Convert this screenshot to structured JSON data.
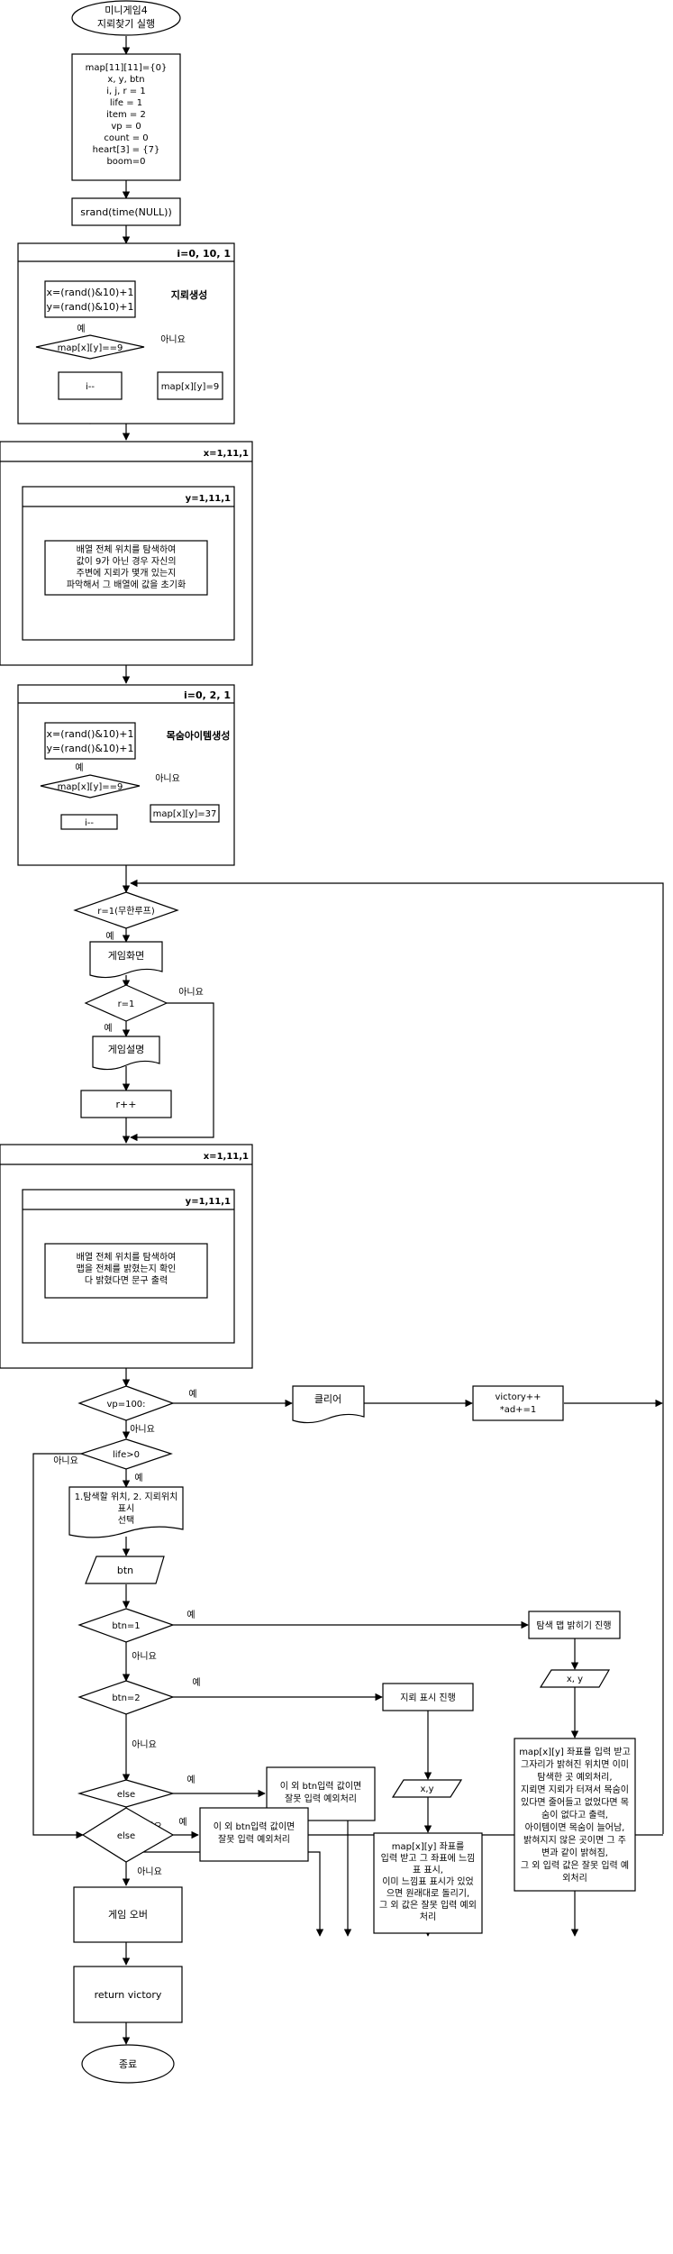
{
  "start": [
    "미니게임4",
    "지뢰찾기 실행"
  ],
  "init_vars": [
    "map[11][11]={0}",
    "x, y, btn",
    "i, j, r = 1",
    "life = 1",
    "item = 2",
    "vp = 0",
    "count = 0",
    "heart[3] = {7}",
    "boom=0"
  ],
  "srand": "srand(time(NULL))",
  "loop_mines": {
    "header": "i=0, 10, 1",
    "title": "지뢰생성",
    "assign": [
      "x=(rand()&10)+1",
      "y=(rand()&10)+1"
    ],
    "cond": "map[x][y]==9",
    "yes": "예",
    "no": "아니요",
    "yes_action": "i--",
    "no_action": "map[x][y]=9"
  },
  "loop_count_outer": {
    "header": "x=1,11,1"
  },
  "loop_count_inner": {
    "header": "y=1,11,1",
    "body": [
      "배열 전체 위치를 탐색하여",
      "값이 9가 아닌 경우 자신의",
      "주변에 지뢰가 몇개 있는지",
      "파악해서 그 배열에 값을 초기화"
    ]
  },
  "loop_items": {
    "header": "i=0, 2, 1",
    "title": "목숨아이템생성",
    "assign": [
      "x=(rand()&10)+1",
      "y=(rand()&10)+1"
    ],
    "cond": "map[x][y]==9",
    "yes": "예",
    "no": "아니요",
    "yes_action": "i--",
    "no_action": "map[x][y]=37"
  },
  "game_loop": {
    "cond": "r=1(무한루프)",
    "yes": "예",
    "screen": "게임화면",
    "r_cond": "r=1",
    "r_yes": "예",
    "r_no": "아니요",
    "explain": "게임설명",
    "r_inc": "r++"
  },
  "loop_check_outer": {
    "header": "x=1,11,1"
  },
  "loop_check_inner": {
    "header": "y=1,11,1",
    "body": [
      "배열 전체 위치를 탐색하여",
      "맵을 전체를 밝혔는지 확인",
      "다 밝혔다면 문구 출력"
    ]
  },
  "victory_check": {
    "cond": "vp=100:",
    "yes": "예",
    "no": "아니요",
    "clear": "클리어",
    "action": [
      "victory++",
      "*ad+=1"
    ]
  },
  "life_check": {
    "cond": "life>0",
    "yes": "예",
    "no": "아니요"
  },
  "menu": [
    "1.탐색할 위치, 2. 지뢰위치",
    "표시",
    "선택"
  ],
  "input_btn": "btn",
  "btn1": {
    "cond": "btn=1",
    "yes": "예",
    "no": "아니요",
    "proc": "탐색 맵 밝히기 진행",
    "input": "x, y",
    "desc": [
      "map[x][y] 좌표를 입력 받고",
      "그자리가 밝혀진 위치면 이미",
      "탐색한 곳 예외처리,",
      "지뢰면 지뢰가 터져서 목숨이",
      "있다면 줄어들고 없었다면 목",
      "숨이 없다고 출력,",
      "아이템이면 목숨이 늘어남,",
      "밝혀지지 않은 곳이면 그 주",
      "변과 같이 밝혀짐,",
      "그 외 입력 값은 잘못 입력 예",
      "외처리"
    ]
  },
  "btn2": {
    "cond": "btn=2",
    "yes": "예",
    "no": "아니요",
    "proc": "지뢰 표시 진행",
    "input": "x,y",
    "desc": [
      "map[x][y] 좌표를",
      "입력 받고 그 좌표에 느낌",
      "표 표시,",
      "이미 느낌표 표시가 있었",
      "으면 원래대로 돌리기,",
      "그 외 값은 잘못 입력 예외",
      "처리"
    ]
  },
  "else1": {
    "cond": "else",
    "yes": "예",
    "no": "아니요",
    "action": [
      "이 외 btn입력 값이면",
      "잘못 입력 예외처리"
    ]
  },
  "else2": {
    "cond": "else",
    "yes": "예",
    "no": "아니요",
    "action": [
      "이 외 btn입력 값이면",
      "잘못 입력 예외처리"
    ]
  },
  "game_over": "게임 오버",
  "return": "return victory",
  "end": "종료"
}
